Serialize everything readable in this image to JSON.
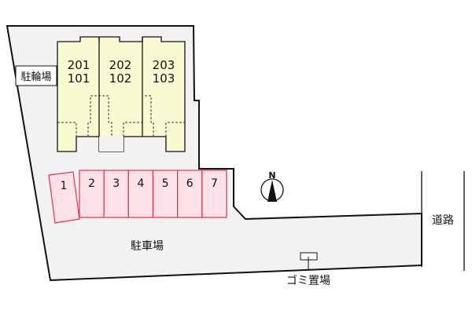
{
  "labels": {
    "bicycle_parking": "駐輪場",
    "car_parking": "駐車場",
    "road": "道路",
    "garbage": "ゴミ置場",
    "north": "N"
  },
  "units": [
    {
      "upper": "201",
      "lower": "101"
    },
    {
      "upper": "202",
      "lower": "102"
    },
    {
      "upper": "203",
      "lower": "103"
    }
  ],
  "parking_slots": [
    "1",
    "2",
    "3",
    "4",
    "5",
    "6",
    "7"
  ],
  "colors": {
    "lot": "#f2f2f3",
    "building": "#fafad2",
    "parking_fill": "#fde0e8",
    "parking_stroke": "#e03050"
  }
}
